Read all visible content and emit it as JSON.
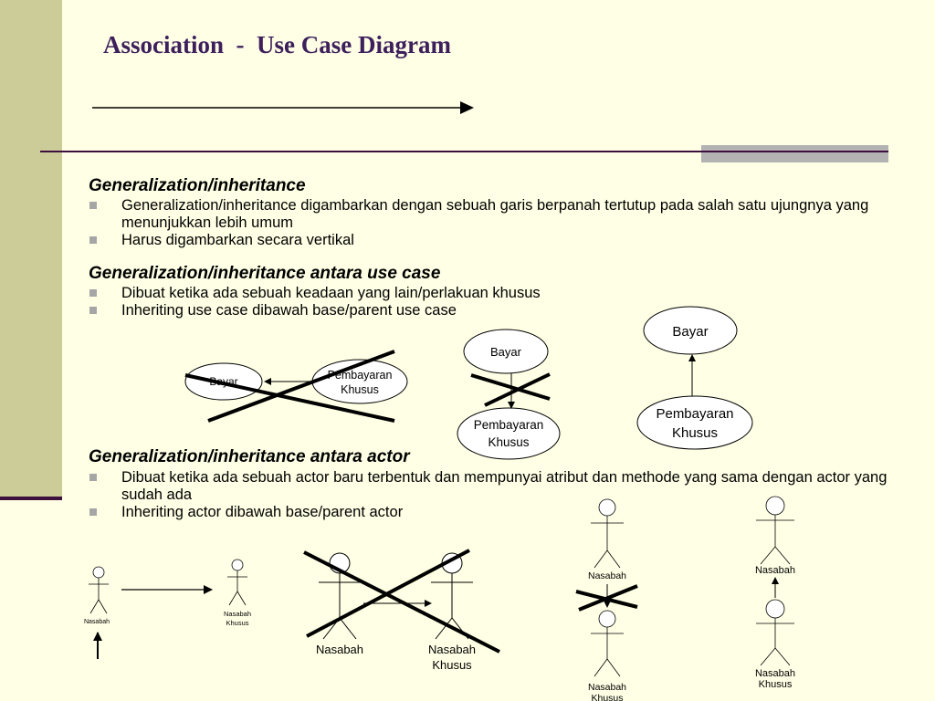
{
  "slide": {
    "title": "Association  -  Use Case Diagram"
  },
  "sections": [
    {
      "heading": "Generalization/inheritance",
      "bullets": [
        "Generalization/inheritance digambarkan dengan sebuah garis berpanah tertutup pada salah satu ujungnya yang menunjukkan lebih umum",
        "Harus digambarkan secara vertikal"
      ]
    },
    {
      "heading": "Generalization/inheritance antara use case",
      "bullets": [
        "Dibuat ketika ada sebuah keadaan yang lain/perlakuan khusus",
        "Inheriting use case dibawah base/parent use case"
      ]
    },
    {
      "heading": "Generalization/inheritance antara actor",
      "bullets": [
        "Dibuat ketika ada sebuah actor baru terbentuk dan mempunyai atribut dan methode yang sama dengan actor yang sudah ada",
        "Inheriting actor dibawah base/parent actor"
      ]
    }
  ],
  "usecase_examples": {
    "wrong_horizontal": {
      "base": "Bayar",
      "child_line1": "Pembayaran",
      "child_line2": "Khusus"
    },
    "wrong_downward": {
      "base": "Bayar",
      "child_line1": "Pembayaran",
      "child_line2": "Khusus"
    },
    "correct_vertical": {
      "base": "Bayar",
      "child_line1": "Pembayaran",
      "child_line2": "Khusus"
    }
  },
  "actor_examples": {
    "small_pair": {
      "base": "Nasabah",
      "child_line1": "Nasabah",
      "child_line2": "Khusus"
    },
    "wrong_horizontal": {
      "base": "Nasabah",
      "child_line1": "Nasabah",
      "child_line2": "Khusus"
    },
    "wrong_downward": {
      "base": "Nasabah",
      "child_line1": "Nasabah",
      "child_line2": "Khusus"
    },
    "correct_vertical": {
      "base": "Nasabah",
      "child_line1": "Nasabah",
      "child_line2": "Khusus"
    }
  }
}
